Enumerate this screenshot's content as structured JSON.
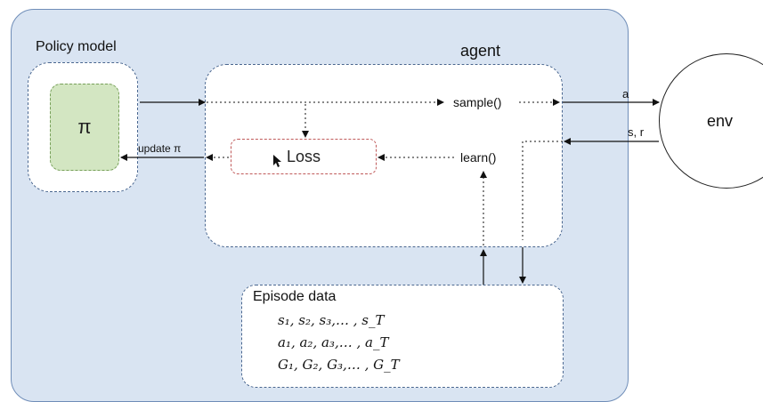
{
  "labels": {
    "policy_model": "Policy model",
    "pi": "π",
    "agent": "agent",
    "loss": "Loss",
    "sample": "sample()",
    "learn": "learn()",
    "update_pi": "update π",
    "env": "env",
    "action": "a",
    "state_reward": "s, r",
    "episode_data": "Episode data"
  },
  "episode": {
    "states": "s₁, s₂, s₃,… , s_T",
    "actions": "a₁, a₂, a₃,… , a_T",
    "returns": "G₁, G₂, G₃,… , G_T"
  },
  "colors": {
    "background_panel": "#d9e4f2",
    "dashed_border": "#4a6790",
    "pi_fill": "#d3e6c2",
    "loss_border": "#c05a5a"
  }
}
